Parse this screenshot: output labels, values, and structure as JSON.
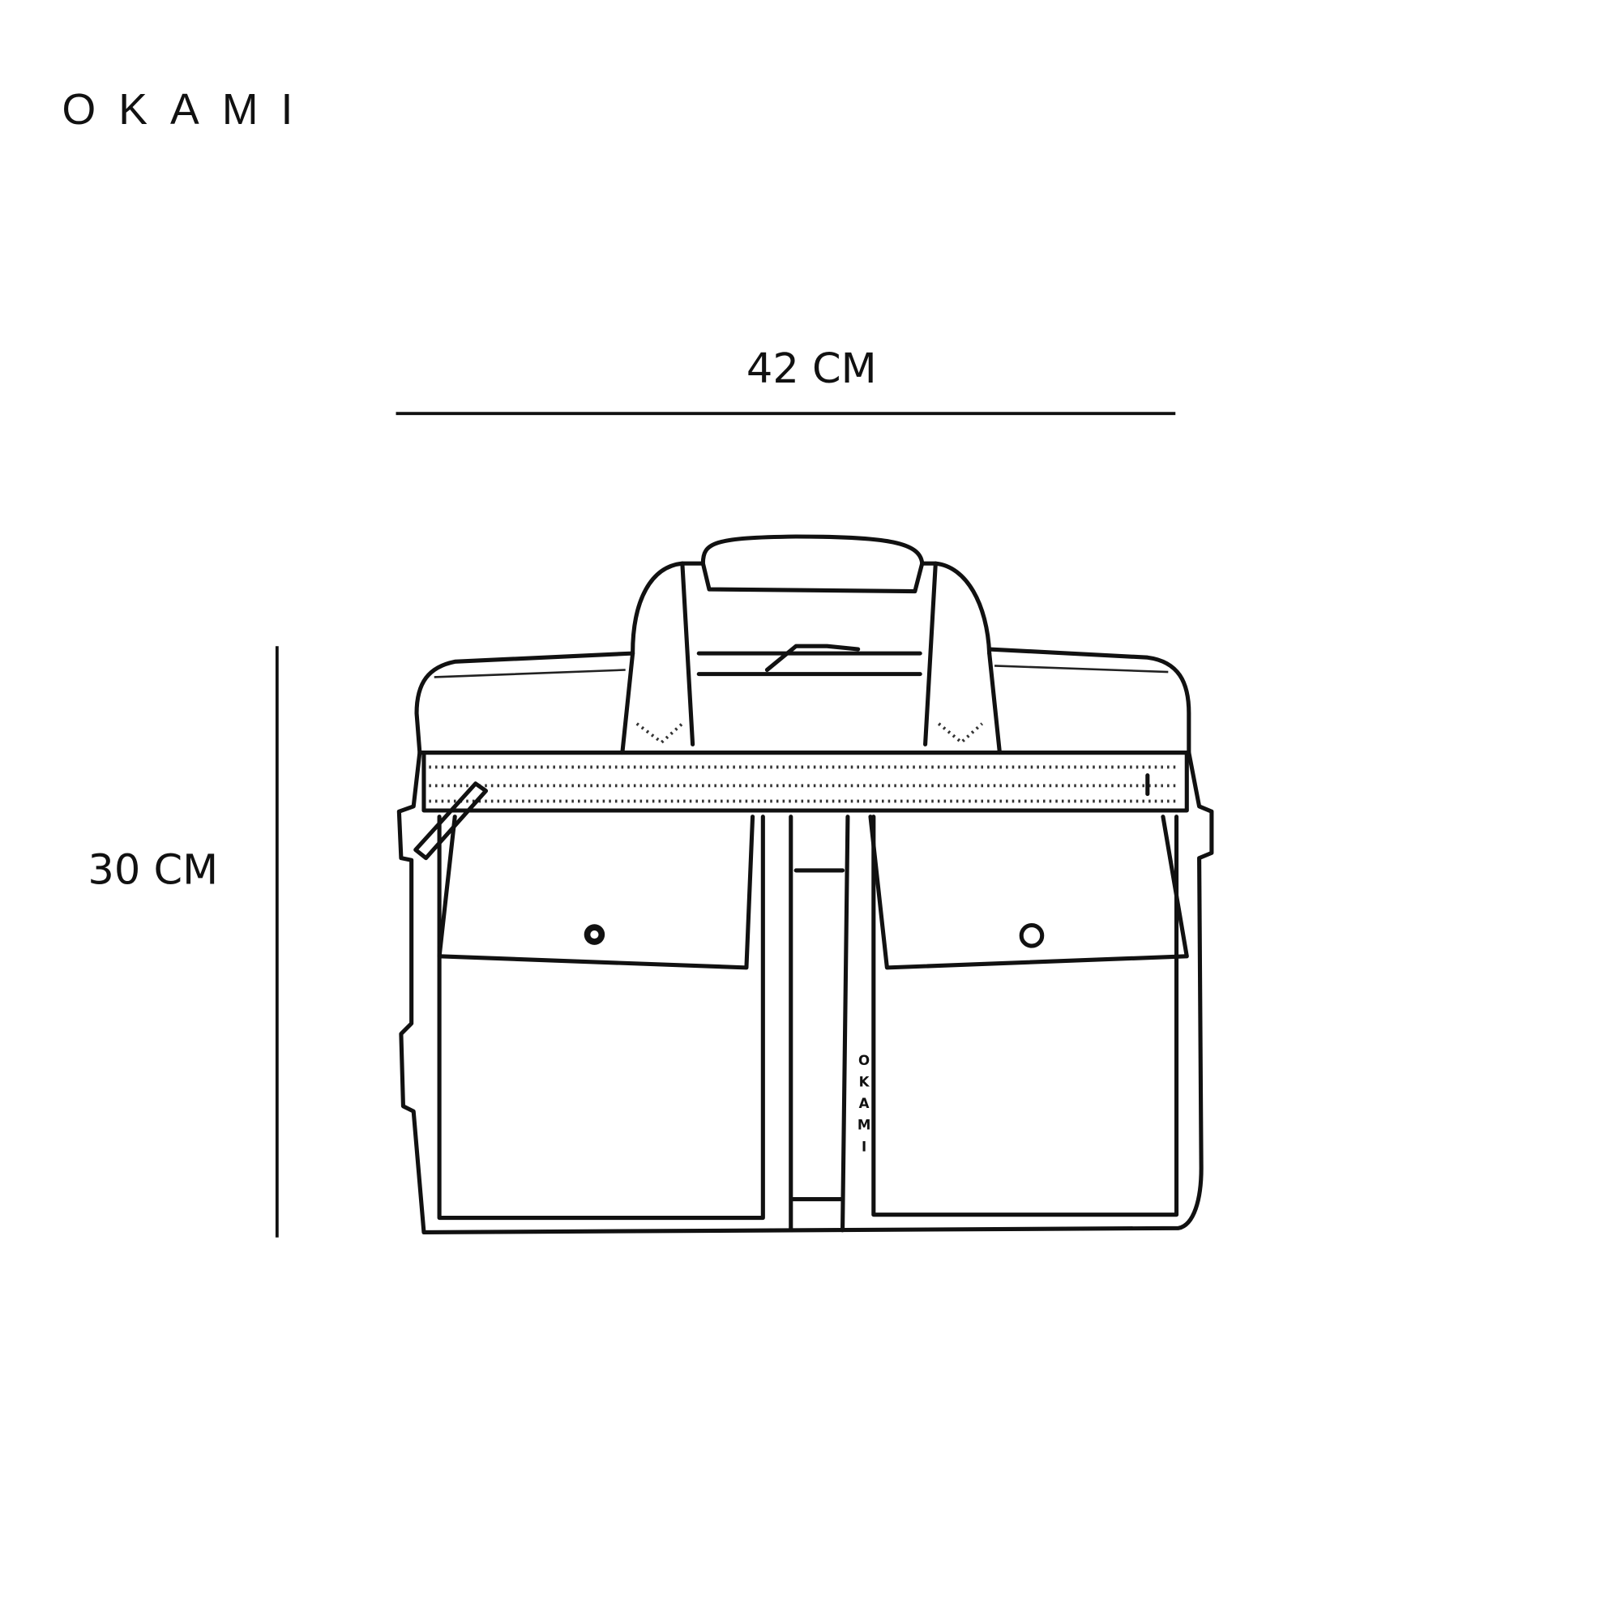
{
  "brand": {
    "logo_text": "OKAMI"
  },
  "dimensions": {
    "width_label": "42 CM",
    "height_label": "30 CM"
  },
  "product": {
    "strap_brand_text": "OKAMI",
    "colors": {
      "line": "#111111",
      "background": "#ffffff"
    }
  }
}
